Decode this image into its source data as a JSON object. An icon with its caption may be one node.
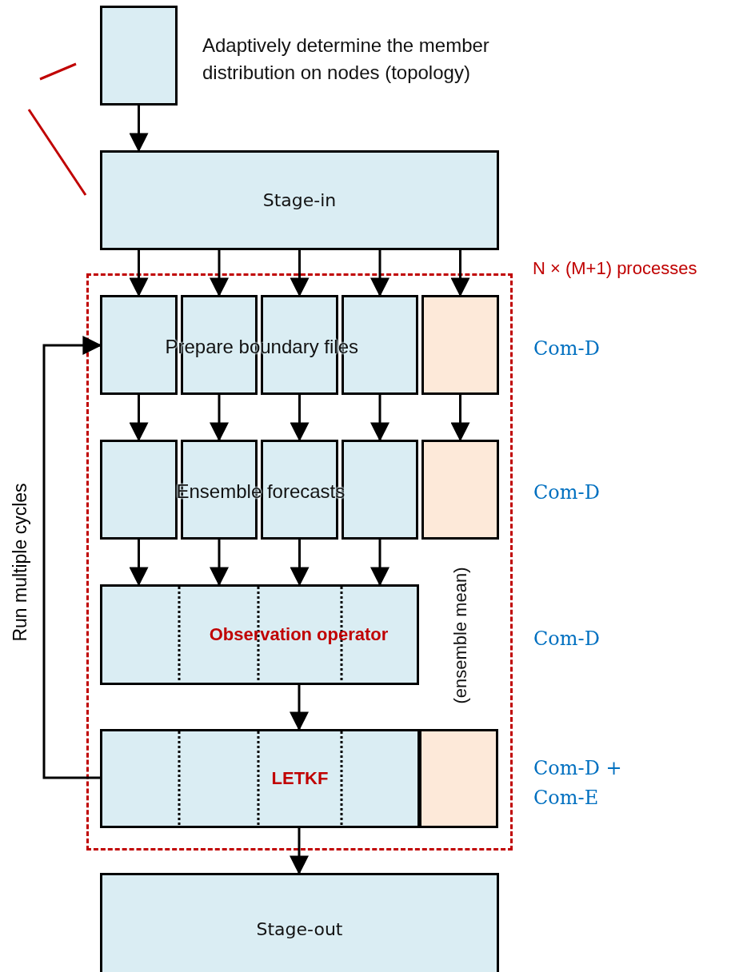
{
  "diagram": {
    "nodes": [
      {
        "text": [],
        "shape": "box",
        "beside": [
          "Adaptively determine the member distribution on nodes (topology)"
        ]
      },
      {
        "text": [
          "Stage-in"
        ]
      },
      {
        "text": [
          "N × (M+1) processes"
        ]
      },
      {
        "text": [],
        "shape": "box",
        "in": 2
      },
      {
        "text": [],
        "shape": "box",
        "in": 2
      },
      {
        "text": [],
        "shape": "box",
        "in": 2
      },
      {
        "text": [],
        "shape": "box",
        "in": 2
      },
      {
        "text": [],
        "shape": "box",
        "in": 2
      },
      {
        "text": [],
        "shape": "box",
        "in": 2
      },
      {
        "text": [],
        "shape": "box",
        "in": 2
      },
      {
        "text": [],
        "shape": "box",
        "in": 2
      },
      {
        "text": [],
        "shape": "box",
        "in": 2
      },
      {
        "text": [],
        "shape": "box",
        "in": 2
      },
      {
        "text": [
          "Observation operator"
        ],
        "in": 2
      },
      {
        "text": [
          "LETKF"
        ],
        "in": 2
      },
      {
        "text": [],
        "shape": "box",
        "in": 2
      },
      {
        "text": [
          "Stage-out"
        ]
      }
    ],
    "edges": [
      {
        "from": 0,
        "to": 1,
        "arrow": "to"
      },
      {
        "from": 1,
        "to": 3,
        "arrow": "to"
      },
      {
        "from": 1,
        "to": 4,
        "arrow": "to"
      },
      {
        "from": 1,
        "to": 5,
        "arrow": "to"
      },
      {
        "from": 1,
        "to": 6,
        "arrow": "to"
      },
      {
        "from": 1,
        "to": 7,
        "arrow": "to"
      },
      {
        "from": 3,
        "to": 8,
        "arrow": "to"
      },
      {
        "from": 4,
        "to": 9,
        "arrow": "to"
      },
      {
        "from": 5,
        "to": 10,
        "arrow": "to"
      },
      {
        "from": 6,
        "to": 11,
        "arrow": "to"
      },
      {
        "from": 7,
        "to": 12,
        "arrow": "to"
      },
      {
        "from": 8,
        "to": 13,
        "arrow": "to"
      },
      {
        "from": 9,
        "to": 13,
        "arrow": "to"
      },
      {
        "from": 10,
        "to": 13,
        "arrow": "to"
      },
      {
        "from": 11,
        "to": 13,
        "arrow": "to"
      },
      {
        "from": 13,
        "to": 14,
        "arrow": "to"
      },
      {
        "from": 14,
        "to": 16,
        "arrow": "to"
      },
      {
        "from": 14,
        "to": 3,
        "arrow": "to",
        "label": "Run multiple cycles"
      }
    ],
    "labels": [
      "Prepare boundary files",
      "Com-D",
      "Ensemble forecasts",
      "Com-D",
      "(ensemble mean)",
      "Com-D",
      "Com-D + Com-E"
    ]
  }
}
